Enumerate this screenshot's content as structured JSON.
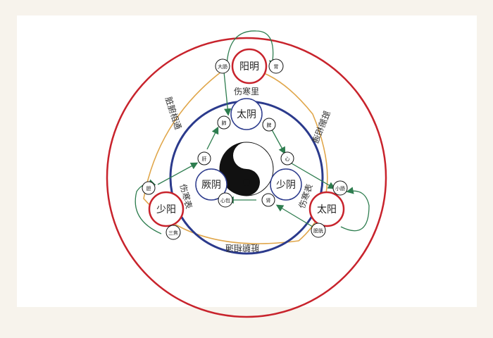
{
  "diagram": {
    "center_label": "伤寒里",
    "outer_label": "伤寒表",
    "connect_label": "脏腑相通",
    "yangming": {
      "name": "阳明",
      "left": "大肠",
      "right": "胃"
    },
    "taiyin": {
      "name": "太阴",
      "left": "肺",
      "right": "脾"
    },
    "jueyin": {
      "name": "厥阴",
      "top": "肝",
      "bottom": "心包"
    },
    "shaoyin": {
      "name": "少阴",
      "top": "心",
      "bottom": "肾"
    },
    "shaoyang": {
      "name": "少阳",
      "top": "胆",
      "bottom": "三焦"
    },
    "taiyang": {
      "name": "太阳",
      "top": "小肠",
      "bottom": "膀胱"
    },
    "colors": {
      "outer_circle": "#c8232c",
      "inner_circle": "#2b3a8c",
      "orange_path": "#e0a64a",
      "green_arrow": "#2e7d4f"
    }
  }
}
